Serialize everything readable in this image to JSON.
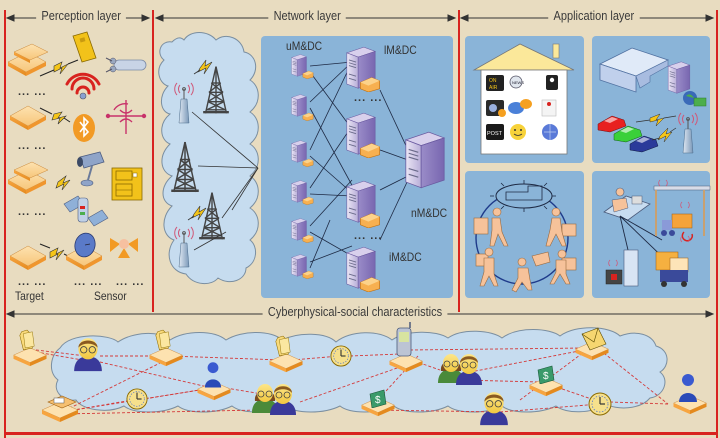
{
  "layers": {
    "perception": {
      "title": "Perception layer",
      "target_label": "Target",
      "sensor_label": "Sensor",
      "ellipsis": "... ...",
      "sensor_icons": [
        "rfid-card-icon",
        "wifi-icon",
        "bluetooth-icon",
        "cable-sensor-icon",
        "gyroscope-icon",
        "camera-icon",
        "pda-icon",
        "satellite-icon",
        "radar-dish-icon",
        "antenna-icon"
      ]
    },
    "network": {
      "title": "Network layer",
      "labels": {
        "um_dc": "uM&DC",
        "lm_dc": "lM&DC",
        "nm_dc": "nM&DC",
        "im_dc": "iM&DC"
      },
      "ellipsis": "... ..."
    },
    "application": {
      "title": "Application layer",
      "panels": [
        "smart-home",
        "vehicle-network",
        "logistics-cycle",
        "warehouse-rfid"
      ],
      "home_apps": [
        "ON AIR",
        "NEWS",
        "contacts",
        "video",
        "chat",
        "notes",
        "POST",
        "smiley",
        "browser"
      ]
    },
    "cps": {
      "title": "Cyberphysical-social characteristics"
    }
  },
  "colors": {
    "background": "#e8dcc0",
    "border_red": "#d8231f",
    "panel_blue": "#8ab4d8",
    "cloud_blue": "#c6dcef",
    "orange": "#f5a33a",
    "link_red": "#d43a3a"
  }
}
